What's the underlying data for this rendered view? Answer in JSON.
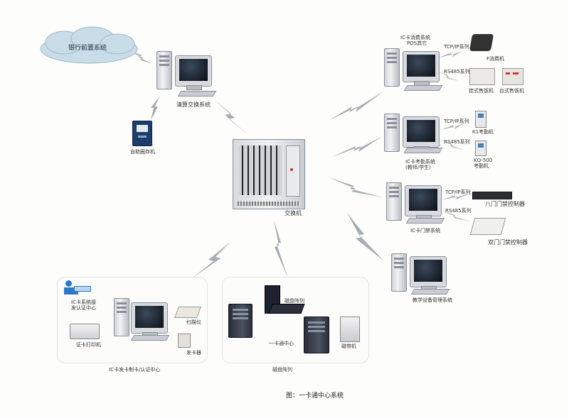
{
  "cloud_label": "银行前置系统",
  "center": {
    "switch_label": "交换机",
    "clearing_label": "清算交换系统",
    "atm_label": "自助圈存机"
  },
  "pos_group": {
    "title_line1": "IC卡消费系统",
    "title_line2": "POS其它",
    "tcp_label": "TCP/IP系列",
    "rs485_label": "RS485系列",
    "pos_device": "F消费机",
    "hang_device": "挂式售饭机",
    "desk_device": "台式售饭机"
  },
  "attendance_group": {
    "title_line1": "IC卡考勤系统",
    "title_line2": "(教师/学生)",
    "tcp_label": "TCP/IP系列",
    "rs485_label": "RS485系列",
    "k1_device": "K1考勤机",
    "kq_device_line1": "KQ-500",
    "kq_device_line2": "考勤机"
  },
  "access_group": {
    "title": "IC卡门禁系统",
    "tcp_label": "TCP/IP系列",
    "rs485_label": "RS485系列",
    "eight_door": "八门门禁控制器",
    "two_door": "双门门禁控制器"
  },
  "teaching_label": "教学设备管理系统",
  "issue_center": {
    "system_line1": "IC卡系统接",
    "system_line2": "发认证中心",
    "printer": "证卡打印机",
    "scanner": "扫描仪",
    "card_reader": "发卡器",
    "group_title": "IC卡发卡制卡/认证中心"
  },
  "storage": {
    "disk_array": "磁盘阵列",
    "center_label": "一卡通中心",
    "tape": "磁带机",
    "group_title": "磁盘阵列"
  },
  "caption": "图：一卡通中心系统"
}
